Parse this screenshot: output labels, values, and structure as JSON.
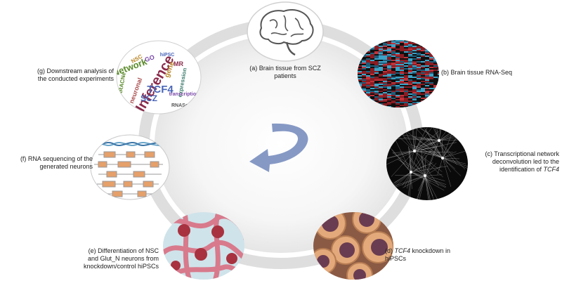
{
  "colors": {
    "ring": "#dedede",
    "center": "#f0f0f0",
    "arrow": "#7f93c2"
  },
  "steps": [
    {
      "id": "a",
      "icon": "brain-icon",
      "lines": [
        {
          "text": "(a) Brain tissue from SCZ"
        },
        {
          "text": "patients"
        }
      ]
    },
    {
      "id": "b",
      "icon": "heatmap-icon",
      "lines": [
        {
          "text": "(b) Brain tissue RNA-Seq"
        }
      ]
    },
    {
      "id": "c",
      "icon": "network-icon",
      "lines": [
        {
          "text": "(c) Transcriptional network"
        },
        {
          "text": "deconvolution led to the"
        },
        {
          "pre": "identification of ",
          "em": "TCF4"
        }
      ]
    },
    {
      "id": "d",
      "icon": "cells-icon",
      "lines": [
        {
          "pre": "",
          "em": "TCF4",
          "post": " knockdown in"
        },
        {
          "text": "hiPSCs"
        }
      ]
    },
    {
      "id": "e",
      "icon": "neurons-icon",
      "lines": [
        {
          "text": "(e) Differentiation of NSC"
        },
        {
          "text": "and Glut_N neurons from"
        },
        {
          "text": "knockdown/control hiPSCs"
        }
      ]
    },
    {
      "id": "f",
      "icon": "dna-icon",
      "lines": [
        {
          "text": "(f) RNA sequencing of the"
        },
        {
          "text": "generated neurons"
        }
      ]
    },
    {
      "id": "g",
      "icon": "word-cloud-icon",
      "lines": [
        {
          "text": "(g) Downstream analysis of"
        },
        {
          "text": "the conducted experiments"
        }
      ]
    }
  ],
  "word_cloud": [
    "Inference",
    "TCF4",
    "Network",
    "SCZ",
    "gene",
    "GO",
    "RNASeq",
    "hiPSC",
    "NSC",
    "neuronal",
    "expression",
    "MR",
    "ARACNe",
    "transcription"
  ]
}
